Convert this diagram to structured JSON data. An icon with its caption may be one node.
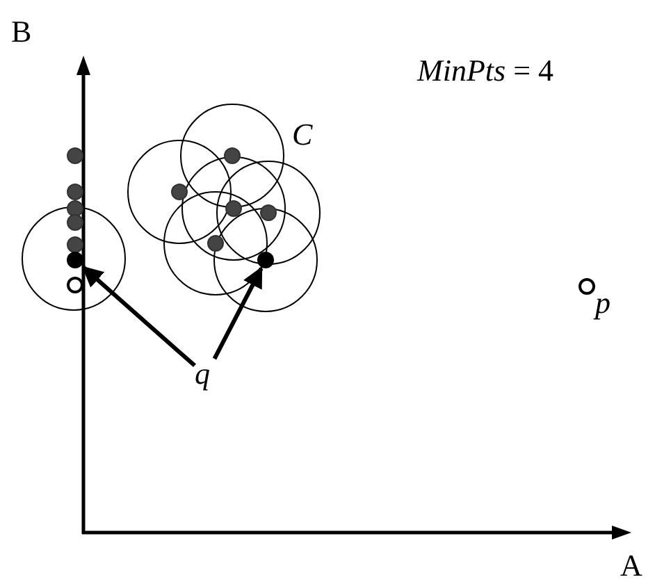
{
  "diagram": {
    "nodes": [
      {
        "text": [
          "q"
        ]
      },
      {
        "text": [],
        "shape": "circle"
      },
      {
        "text": [],
        "shape": "circle"
      }
    ],
    "edges": [
      {
        "from": 0,
        "to": 1,
        "arrow": "to"
      },
      {
        "from": 0,
        "to": 2,
        "arrow": "to"
      }
    ],
    "labels": [
      "B",
      "*MinPts* = 4",
      "C",
      "p",
      "A"
    ]
  }
}
